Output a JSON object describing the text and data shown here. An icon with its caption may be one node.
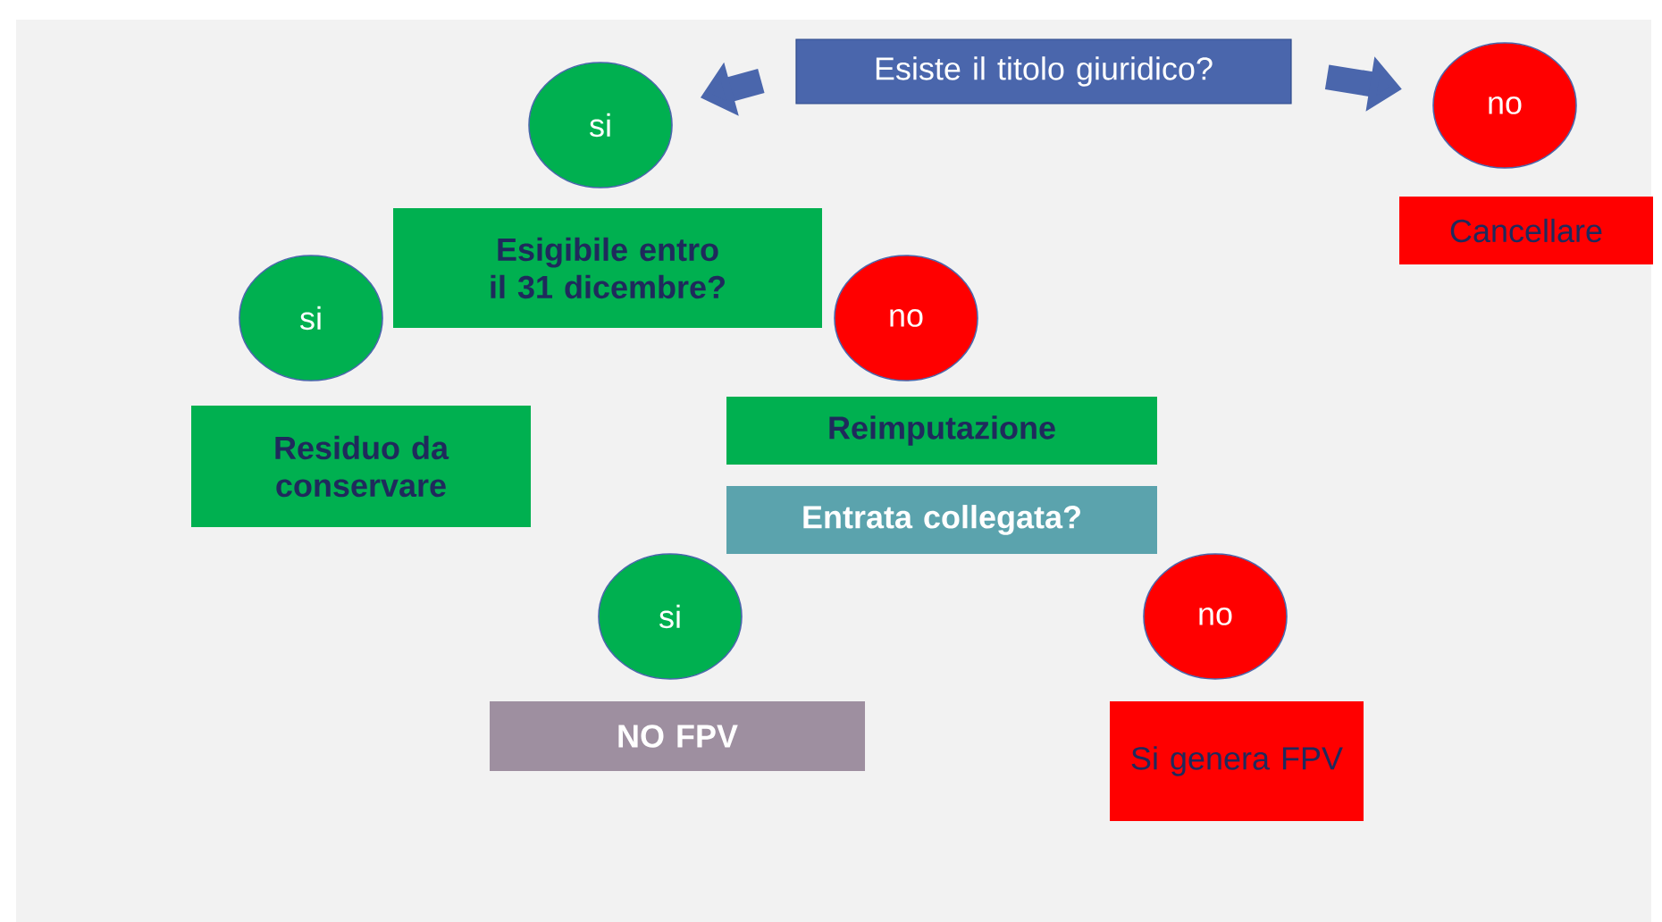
{
  "diagram": {
    "nodes": [
      {
        "text": [
          "Esiste il titolo giuridico?"
        ]
      },
      {
        "text": [
          "si"
        ]
      },
      {
        "text": [
          "no"
        ]
      },
      {
        "text": [
          "Cancellare"
        ]
      },
      {
        "text": [
          "Esigibile entro il 31 dicembre?"
        ]
      },
      {
        "text": [
          "si"
        ]
      },
      {
        "text": [
          "no"
        ]
      },
      {
        "text": [
          "Residuo da conservare"
        ]
      },
      {
        "text": [
          "Reimputazione"
        ]
      },
      {
        "text": [
          "Entrata collegata?"
        ]
      },
      {
        "text": [
          "si"
        ]
      },
      {
        "text": [
          "no"
        ]
      },
      {
        "text": [
          "NO FPV"
        ]
      },
      {
        "text": [
          "Si genera FPV"
        ]
      }
    ],
    "edges": [
      {
        "from": 0,
        "to": 1,
        "arrow": "to"
      },
      {
        "from": 0,
        "to": 2,
        "arrow": "to"
      }
    ]
  }
}
